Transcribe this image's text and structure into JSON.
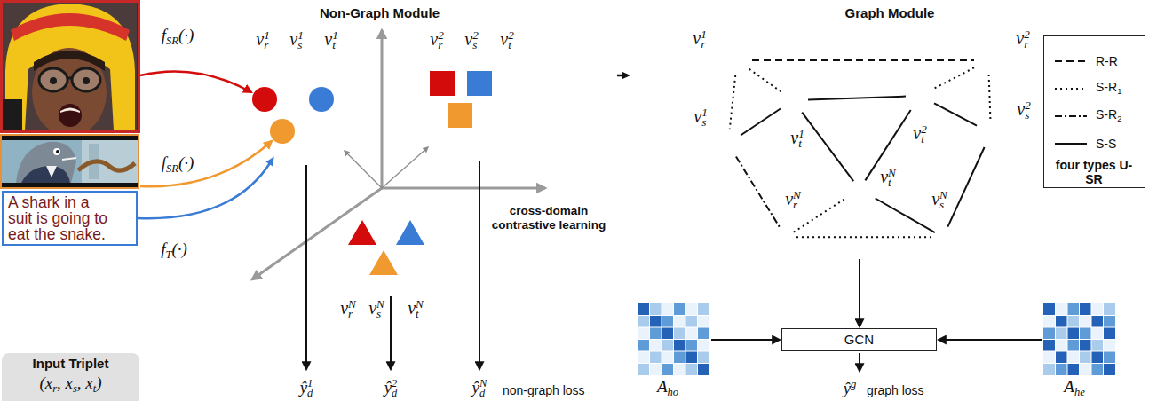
{
  "diagram": {
    "nodes": [
      {
        "text": [
          "A shark in a suit is going to eat the snake."
        ]
      },
      {
        "text": [
          "Input Triplet",
          "(xr, xs, xt)"
        ]
      },
      {
        "text": [
          "Non-Graph Module"
        ]
      },
      {
        "text": [
          "vr1",
          "vs1",
          "vt1"
        ],
        "in": 2
      },
      {
        "text": [
          "vr2",
          "vs2",
          "vt2"
        ],
        "in": 2
      },
      {
        "text": [
          "vrN",
          "vsN",
          "vtN"
        ],
        "in": 2
      },
      {
        "text": [
          "Graph Module"
        ]
      },
      {
        "text": [
          "vr1"
        ],
        "in": 6
      },
      {
        "text": [
          "vr2"
        ],
        "in": 6
      },
      {
        "text": [
          "vs1"
        ],
        "in": 6
      },
      {
        "text": [
          "vt1"
        ],
        "in": 6
      },
      {
        "text": [
          "vt2"
        ],
        "in": 6
      },
      {
        "text": [
          "vs2"
        ],
        "in": 6
      },
      {
        "text": [
          "vtN"
        ],
        "in": 6
      },
      {
        "text": [
          "vrN"
        ],
        "in": 6
      },
      {
        "text": [
          "vsN"
        ],
        "in": 6
      },
      {
        "text": [
          "GCN"
        ],
        "in": 6
      }
    ],
    "edges": [
      {
        "from": 0,
        "to": 3,
        "arrow": "to"
      },
      {
        "from": 2,
        "to": 6,
        "arrow": "to"
      },
      {
        "from": 7,
        "to": 8,
        "arrow": "none"
      },
      {
        "from": 7,
        "to": 9,
        "arrow": "none"
      },
      {
        "from": 7,
        "to": 10,
        "arrow": "none"
      },
      {
        "from": 9,
        "to": 10,
        "arrow": "none"
      },
      {
        "from": 10,
        "to": 11,
        "arrow": "none"
      },
      {
        "from": 10,
        "to": 13,
        "arrow": "none"
      },
      {
        "from": 11,
        "to": 13,
        "arrow": "none"
      },
      {
        "from": 11,
        "to": 12,
        "arrow": "none"
      },
      {
        "from": 8,
        "to": 11,
        "arrow": "none"
      },
      {
        "from": 8,
        "to": 12,
        "arrow": "none"
      },
      {
        "from": 9,
        "to": 14,
        "arrow": "none"
      },
      {
        "from": 12,
        "to": 15,
        "arrow": "none"
      },
      {
        "from": 13,
        "to": 15,
        "arrow": "none"
      },
      {
        "from": 14,
        "to": 13,
        "arrow": "none"
      },
      {
        "from": 14,
        "to": 15,
        "arrow": "none"
      }
    ],
    "labels": [
      "fSR(·)",
      "fSR(·)",
      "fT(·)",
      "cross-domain contrastive learning",
      "ŷd1",
      "ŷd2",
      "ŷdN",
      "non-graph loss",
      "Aho",
      "ŷg",
      "graph loss",
      "Ahe",
      "four types U-SR"
    ],
    "legend": [
      {
        "text": "R-R"
      },
      {
        "text": "S-R1"
      },
      {
        "text": "S-R2"
      },
      {
        "text": "S-S"
      }
    ]
  }
}
